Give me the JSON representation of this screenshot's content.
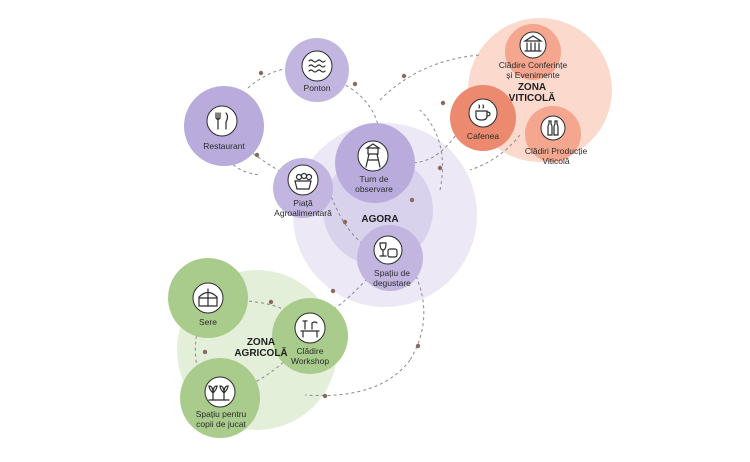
{
  "zones": {
    "agora": {
      "title": "AGORA",
      "color": "#b7acd8"
    },
    "viticola": {
      "title": "ZONA\nVITICOLĂ",
      "color": "#f3a790"
    },
    "agricola": {
      "title": "ZONA\nAGRICOLĂ",
      "color": "#b5d39a"
    }
  },
  "nodes": {
    "ponton": {
      "label": "Ponton",
      "icon": "waves-icon"
    },
    "restaurant": {
      "label": "Restaurant",
      "icon": "fork-knife-icon"
    },
    "piata": {
      "label": "Piață\nAgroalimentară",
      "icon": "produce-basket-icon"
    },
    "turn": {
      "label": "Turn de\nobservare",
      "icon": "watchtower-icon"
    },
    "degustare": {
      "label": "Spațiu de\ndegustare",
      "icon": "wine-glass-barrel-icon"
    },
    "conferinte": {
      "label": "Clădire Conferințe\nși Evenimente",
      "icon": "building-columns-icon"
    },
    "cafenea": {
      "label": "Cafenea",
      "icon": "coffee-cup-icon"
    },
    "productie": {
      "label": "Clădiri Producție\nViticolă",
      "icon": "wine-bottles-icon"
    },
    "sere": {
      "label": "Sere",
      "icon": "greenhouse-icon"
    },
    "workshop": {
      "label": "Clădire\nWorkshop",
      "icon": "workbench-tools-icon"
    },
    "joc": {
      "label": "Spațiu pentru\ncopii de jucat",
      "icon": "seedlings-icon"
    }
  }
}
